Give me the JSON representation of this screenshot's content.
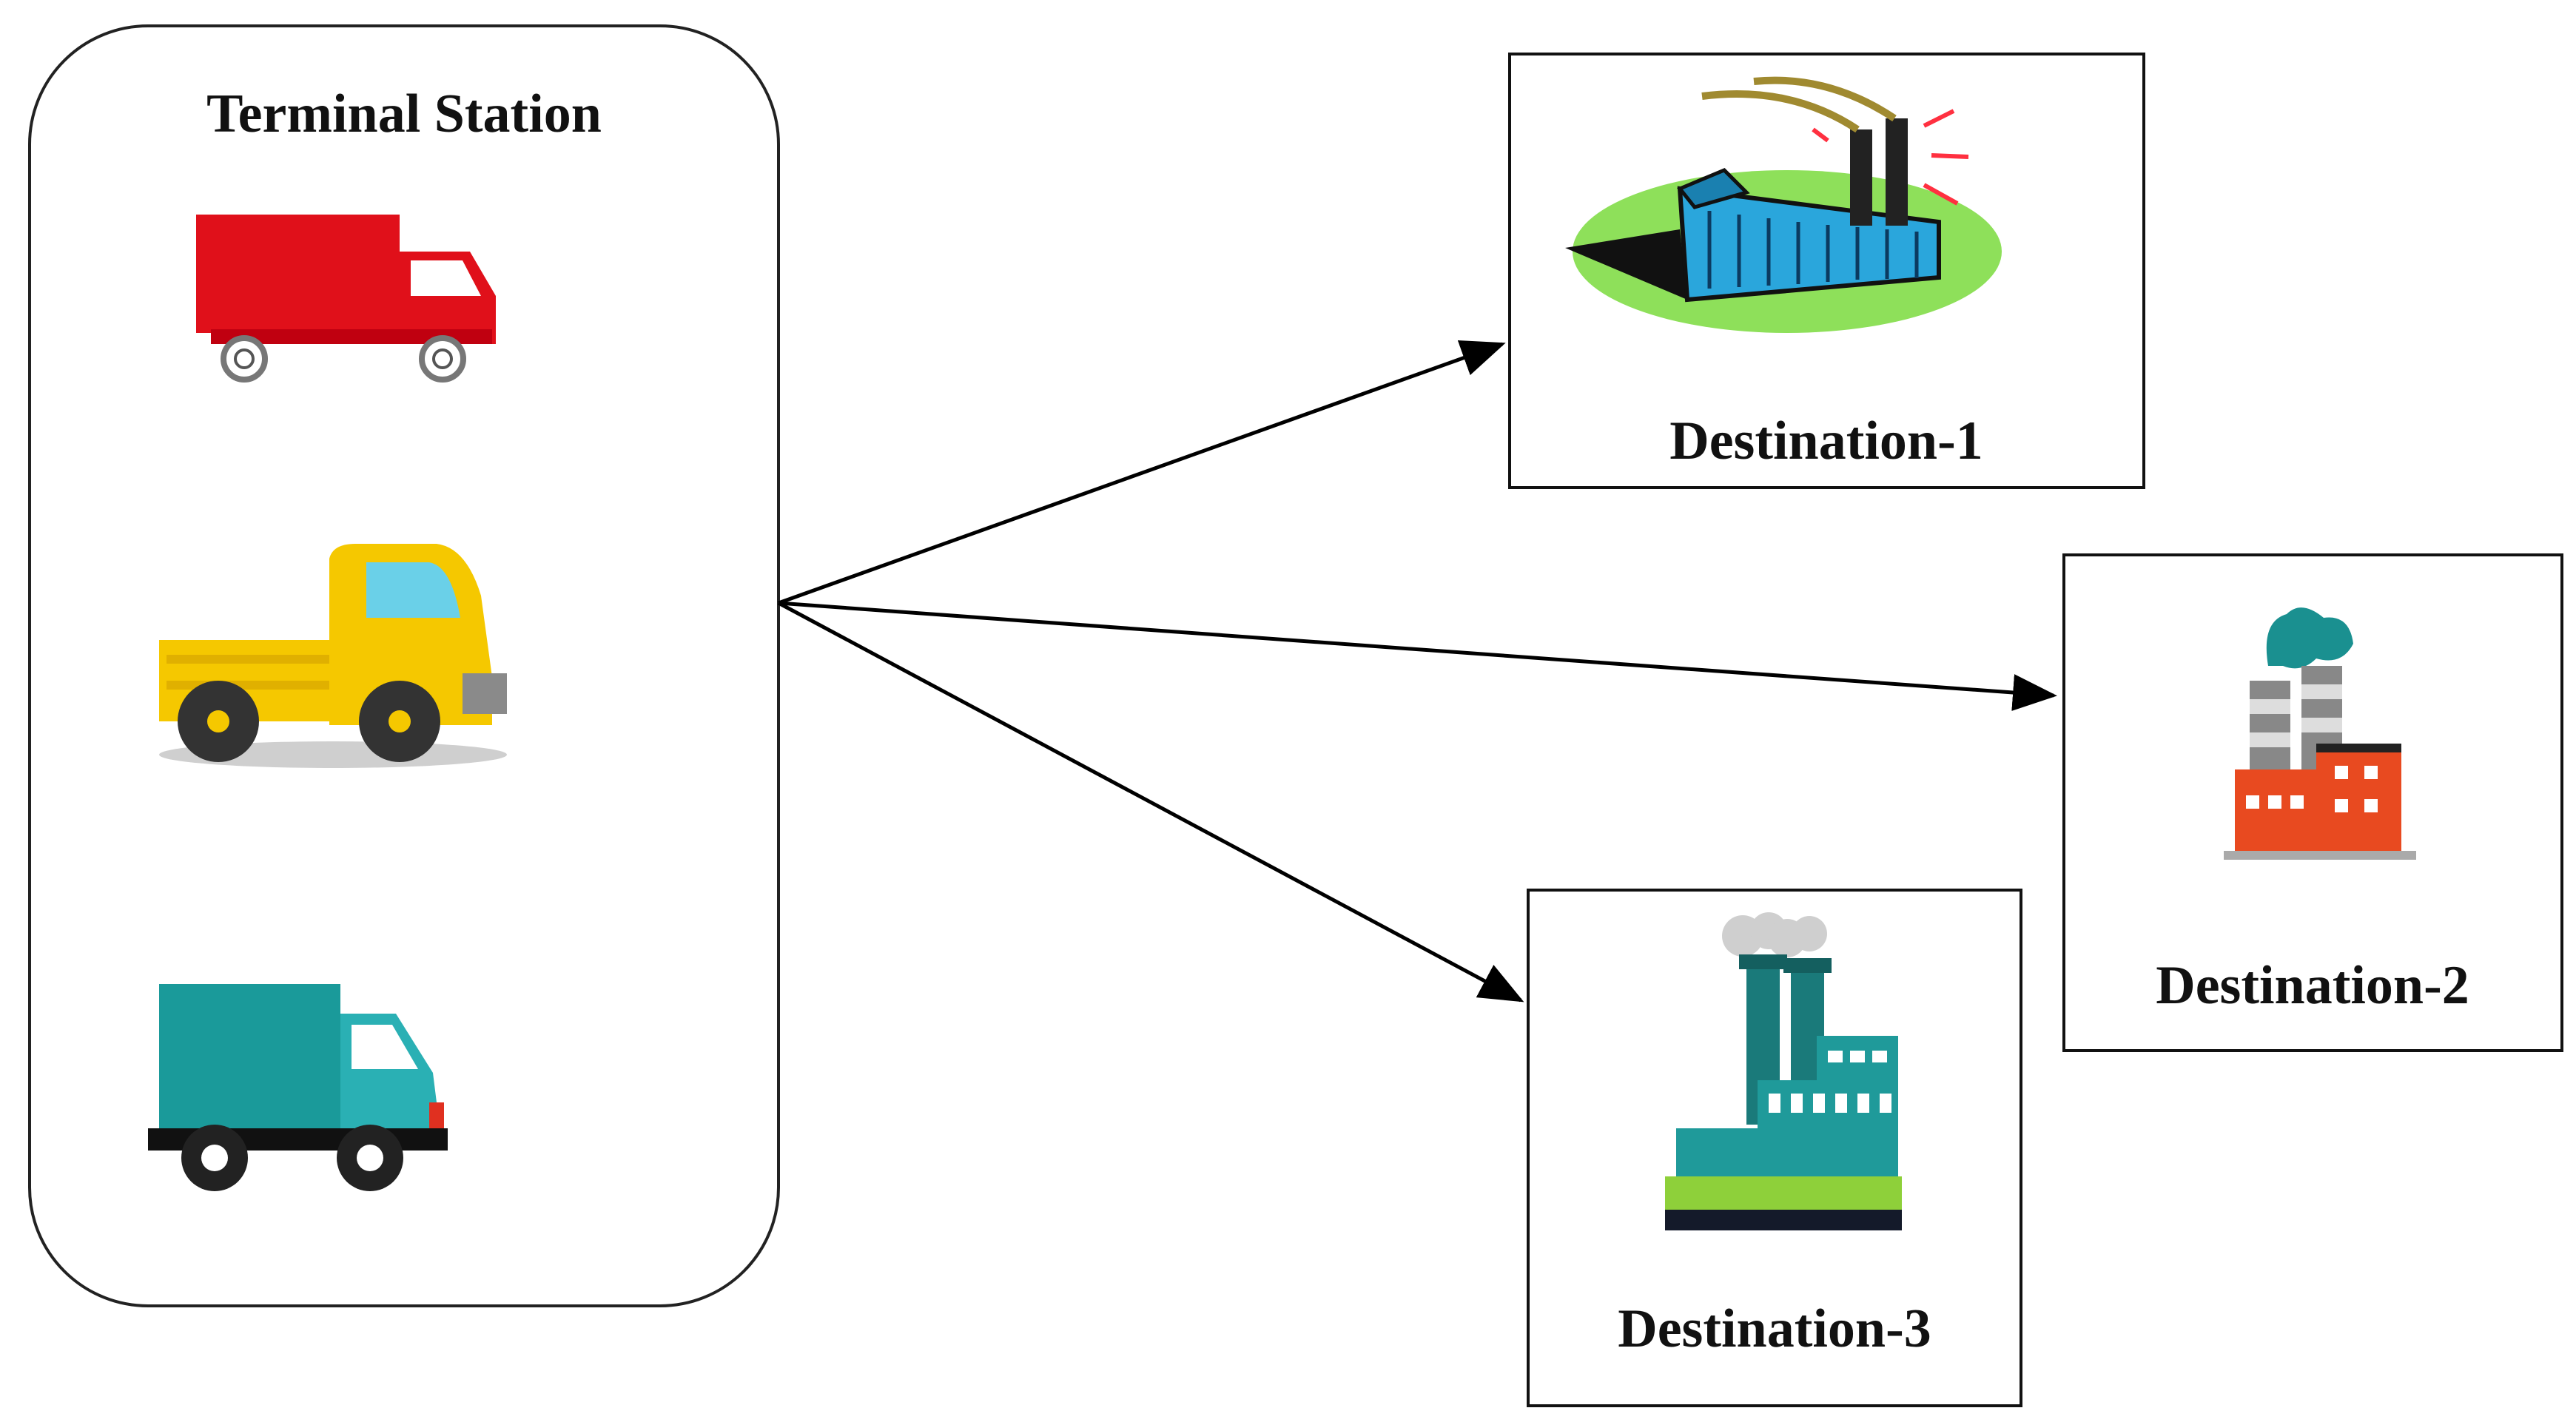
{
  "terminal": {
    "title": "Terminal Station",
    "vehicles": [
      {
        "icon": "red-box-truck-icon",
        "color": "#e0101a"
      },
      {
        "icon": "yellow-pickup-truck-icon",
        "color": "#f5c800"
      },
      {
        "icon": "teal-delivery-truck-icon",
        "color": "#1a9a9a"
      }
    ]
  },
  "destinations": [
    {
      "label": "Destination-1",
      "icon": "blue-factory-icon"
    },
    {
      "label": "Destination-2",
      "icon": "orange-factory-icon"
    },
    {
      "label": "Destination-3",
      "icon": "teal-factory-icon"
    }
  ]
}
